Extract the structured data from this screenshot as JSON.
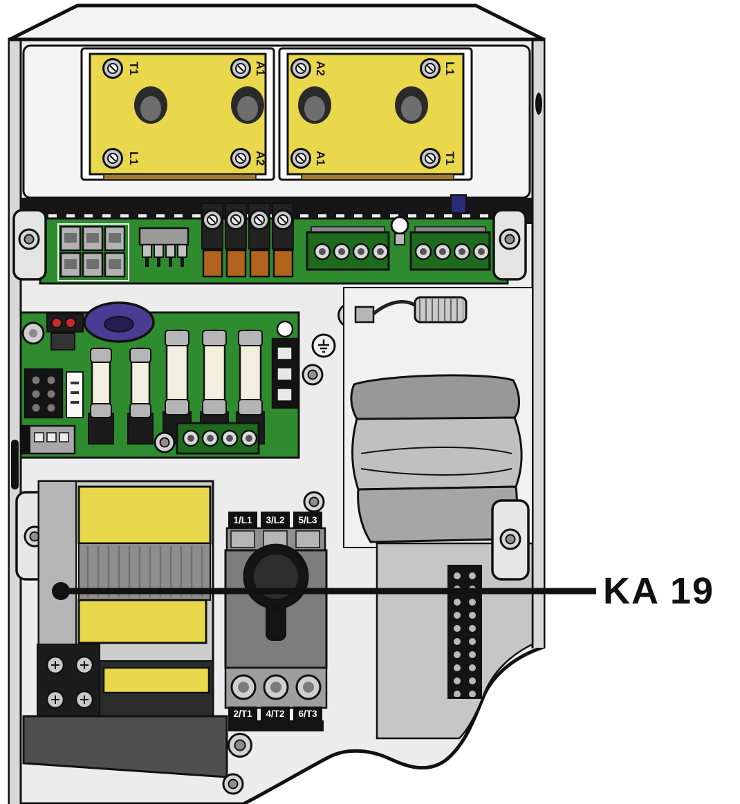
{
  "callout": {
    "label": "KA 19"
  },
  "busbar_left": {
    "top_left": "T1",
    "top_right": "A1",
    "bottom_left": "L1",
    "bottom_right": "A2"
  },
  "busbar_right": {
    "top_left": "A2",
    "top_right": "L1",
    "bottom_left": "A1",
    "bottom_right": "T1"
  },
  "motor_switch": {
    "top_terminals": [
      "1/L1",
      "3/L2",
      "5/L3"
    ],
    "bottom_terminals": [
      "2/T1",
      "4/T2",
      "6/T3"
    ]
  },
  "colors": {
    "yellow": "#e9d84c",
    "pcb": "#2e8b2e",
    "pcbdark": "#1e6b1e",
    "purple": "#4a3c92",
    "orange": "#b2641e",
    "red": "#cc2a2a",
    "body": "#ececec",
    "panel": "#f4f4f4",
    "wall": "#d8d8d8",
    "metal": "#cfcfcf",
    "dark": "#161616"
  }
}
